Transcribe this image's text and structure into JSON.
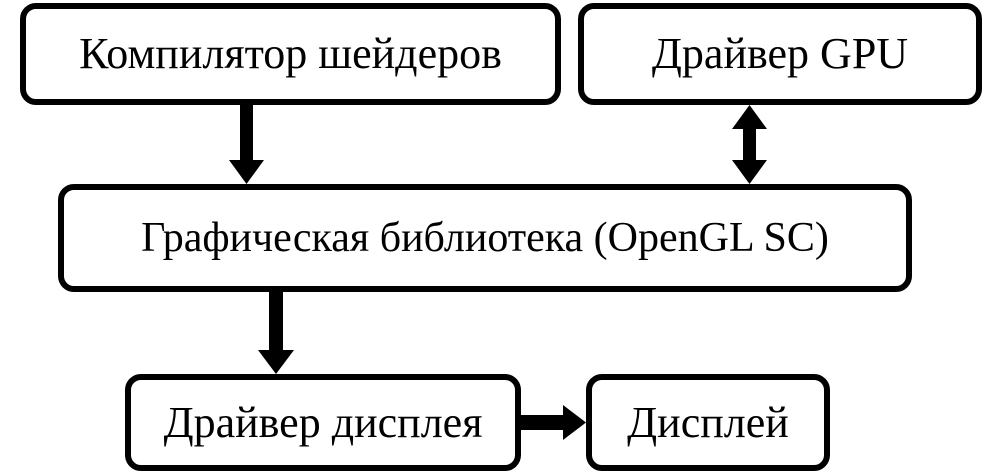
{
  "diagram": {
    "nodes": {
      "shader_compiler": "Компилятор шейдеров",
      "gpu_driver": "Драйвер GPU",
      "graphics_library": "Графическая библиотека (OpenGL SC)",
      "display_driver": "Драйвер дисплея",
      "display": "Дисплей"
    },
    "edges": [
      {
        "from": "shader_compiler",
        "to": "graphics_library",
        "direction": "one-way"
      },
      {
        "from": "gpu_driver",
        "to": "graphics_library",
        "direction": "two-way"
      },
      {
        "from": "graphics_library",
        "to": "display_driver",
        "direction": "one-way"
      },
      {
        "from": "display_driver",
        "to": "display",
        "direction": "one-way"
      }
    ],
    "colors": {
      "stroke": "#000000",
      "fill": "#ffffff",
      "text": "#000000"
    }
  }
}
